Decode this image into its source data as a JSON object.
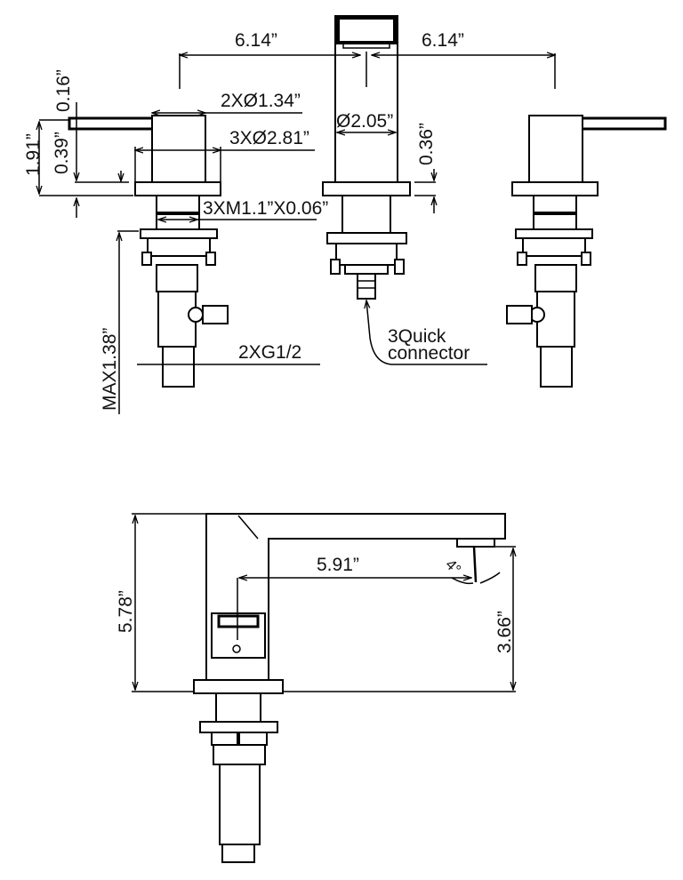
{
  "top_view": {
    "spacing_left": "6.14”",
    "spacing_right": "6.14”",
    "handle_diameter": "2XØ1.34”",
    "base_diameter": "3XØ2.81”",
    "spout_diameter": "Ø2.05”",
    "thread": "3XM1.1”X0.06”",
    "lever_thickness": "0.16”",
    "lever_height": "0.39”",
    "handle_height": "1.91”",
    "base_thickness": "0.36”",
    "max_deck": "MAX1.38”",
    "inlet": "2XG1/2",
    "connector_line1": "3Quick",
    "connector_line2": "connector"
  },
  "side_view": {
    "total_height": "5.78”",
    "spout_reach": "5.91”",
    "spout_height": "3.66”",
    "angle": "4°"
  }
}
